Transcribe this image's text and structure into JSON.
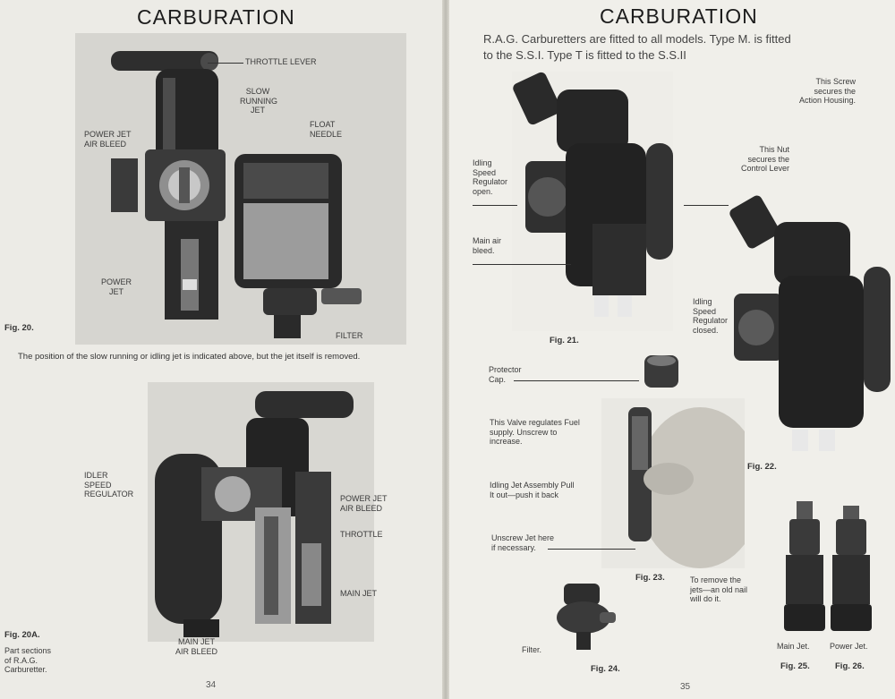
{
  "left": {
    "title": "CARBURATION",
    "fig20": {
      "labels": {
        "throttle_lever": "THROTTLE LEVER",
        "slow_running_jet": [
          "SLOW",
          "RUNNING",
          "JET"
        ],
        "float_needle": [
          "FLOAT",
          "NEEDLE"
        ],
        "power_jet_air_bleed": [
          "POWER JET",
          "AIR BLEED"
        ],
        "power_jet": [
          "POWER",
          "JET"
        ],
        "filter": "FILTER"
      },
      "caption": "Fig. 20.",
      "note": "The position of the slow running or idling jet is indicated above, but the jet itself is removed."
    },
    "fig20a": {
      "labels": {
        "idler": [
          "IDLER",
          "SPEED",
          "REGULATOR"
        ],
        "power_jet_air_bleed": [
          "POWER JET",
          "AIR BLEED"
        ],
        "throttle": "THROTTLE",
        "main_jet": "MAIN JET",
        "main_jet_air_bleed": [
          "MAIN JET",
          "AIR BLEED"
        ]
      },
      "caption": "Fig. 20A.",
      "desc": [
        "Part sections",
        "of R.A.G.",
        "Carburetter."
      ]
    },
    "page_number": "34"
  },
  "right": {
    "title": "CARBURATION",
    "intro": [
      "R.A.G. Carburetters are fitted to all models.  Type M. is fitted",
      "to the S.S.I.  Type T  is fitted to the S.S.II"
    ],
    "labels": {
      "idling_open": [
        "Idling",
        "Speed",
        "Regulator",
        "open."
      ],
      "main_air_bleed": [
        "Main air",
        "bleed."
      ],
      "this_screw": [
        "This Screw",
        "secures the",
        "Action Housing."
      ],
      "this_nut": [
        "This Nut",
        "secures the",
        "Control Lever"
      ],
      "idling_closed": [
        "Idling",
        "Speed",
        "Regulator",
        "closed."
      ],
      "protector_cap": [
        "Protector",
        "Cap."
      ],
      "valve": [
        "This Valve regulates Fuel",
        "supply.    Unscrew to",
        "increase."
      ],
      "idling_jet": [
        "Idling Jet Assembly  Pull",
        "It  out—push  it  back"
      ],
      "unscrew_jet": [
        "Unscrew  Jet  here",
        "if necessary."
      ],
      "remove_jets": [
        "To  remove  the",
        "jets—an old nail",
        "will do it."
      ],
      "filter": "Filter.",
      "main_jet": "Main Jet.",
      "power_jet": "Power Jet."
    },
    "captions": {
      "fig21": "Fig. 21.",
      "fig22": "Fig. 22.",
      "fig23": "Fig. 23.",
      "fig24": "Fig. 24.",
      "fig25": "Fig. 25.",
      "fig26": "Fig. 26."
    },
    "page_number": "35"
  }
}
